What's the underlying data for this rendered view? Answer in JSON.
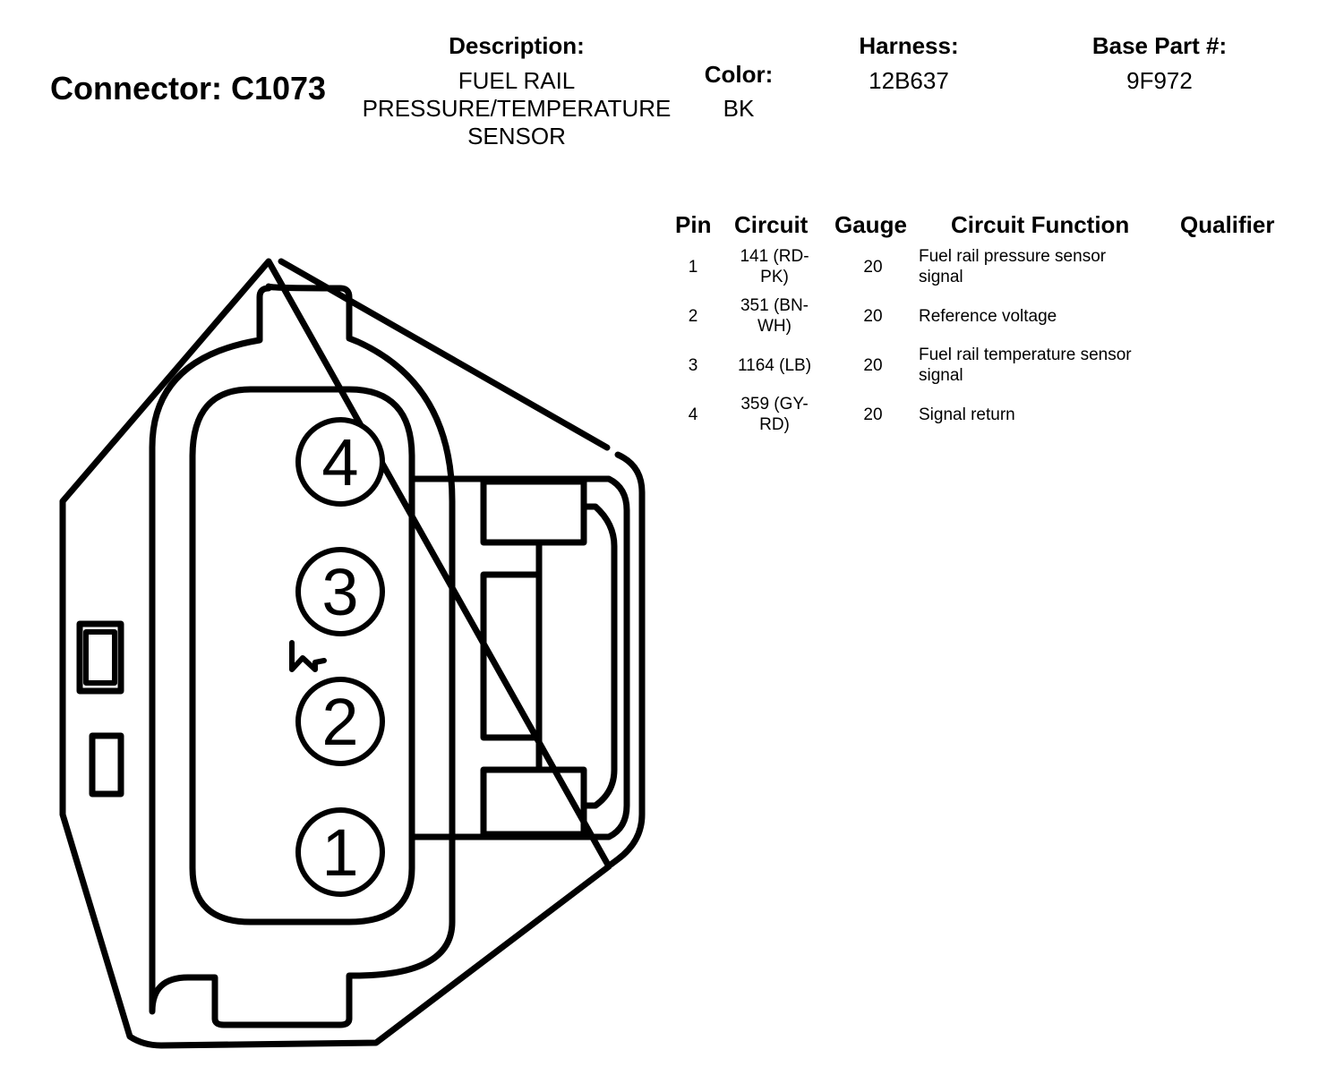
{
  "connector": {
    "title": "Connector: C1073"
  },
  "description": {
    "label": "Description:",
    "lines": [
      "FUEL RAIL",
      "PRESSURE/TEMPERATURE",
      "SENSOR"
    ]
  },
  "color": {
    "label": "Color:",
    "value": "BK"
  },
  "harness": {
    "label": "Harness:",
    "value": "12B637"
  },
  "base_part": {
    "label": "Base Part #:",
    "value": "9F972"
  },
  "table": {
    "headers": {
      "pin": "Pin",
      "circuit": "Circuit",
      "gauge": "Gauge",
      "function": "Circuit Function",
      "qualifier": "Qualifier"
    },
    "rows": [
      {
        "pin": "1",
        "circuit": [
          "141 (RD-",
          "PK)"
        ],
        "gauge": "20",
        "function": [
          "Fuel rail pressure sensor",
          "signal"
        ]
      },
      {
        "pin": "2",
        "circuit": [
          "351 (BN-",
          "WH)"
        ],
        "gauge": "20",
        "function": [
          "Reference voltage"
        ]
      },
      {
        "pin": "3",
        "circuit": [
          "1164 (LB)"
        ],
        "gauge": "20",
        "function": [
          "Fuel rail temperature sensor",
          "signal"
        ]
      },
      {
        "pin": "4",
        "circuit": [
          "359 (GY-",
          "RD)"
        ],
        "gauge": "20",
        "function": [
          "Signal return"
        ]
      }
    ]
  },
  "diagram": {
    "pin_labels": [
      "4",
      "3",
      "2",
      "1"
    ],
    "key_mark": "W"
  }
}
